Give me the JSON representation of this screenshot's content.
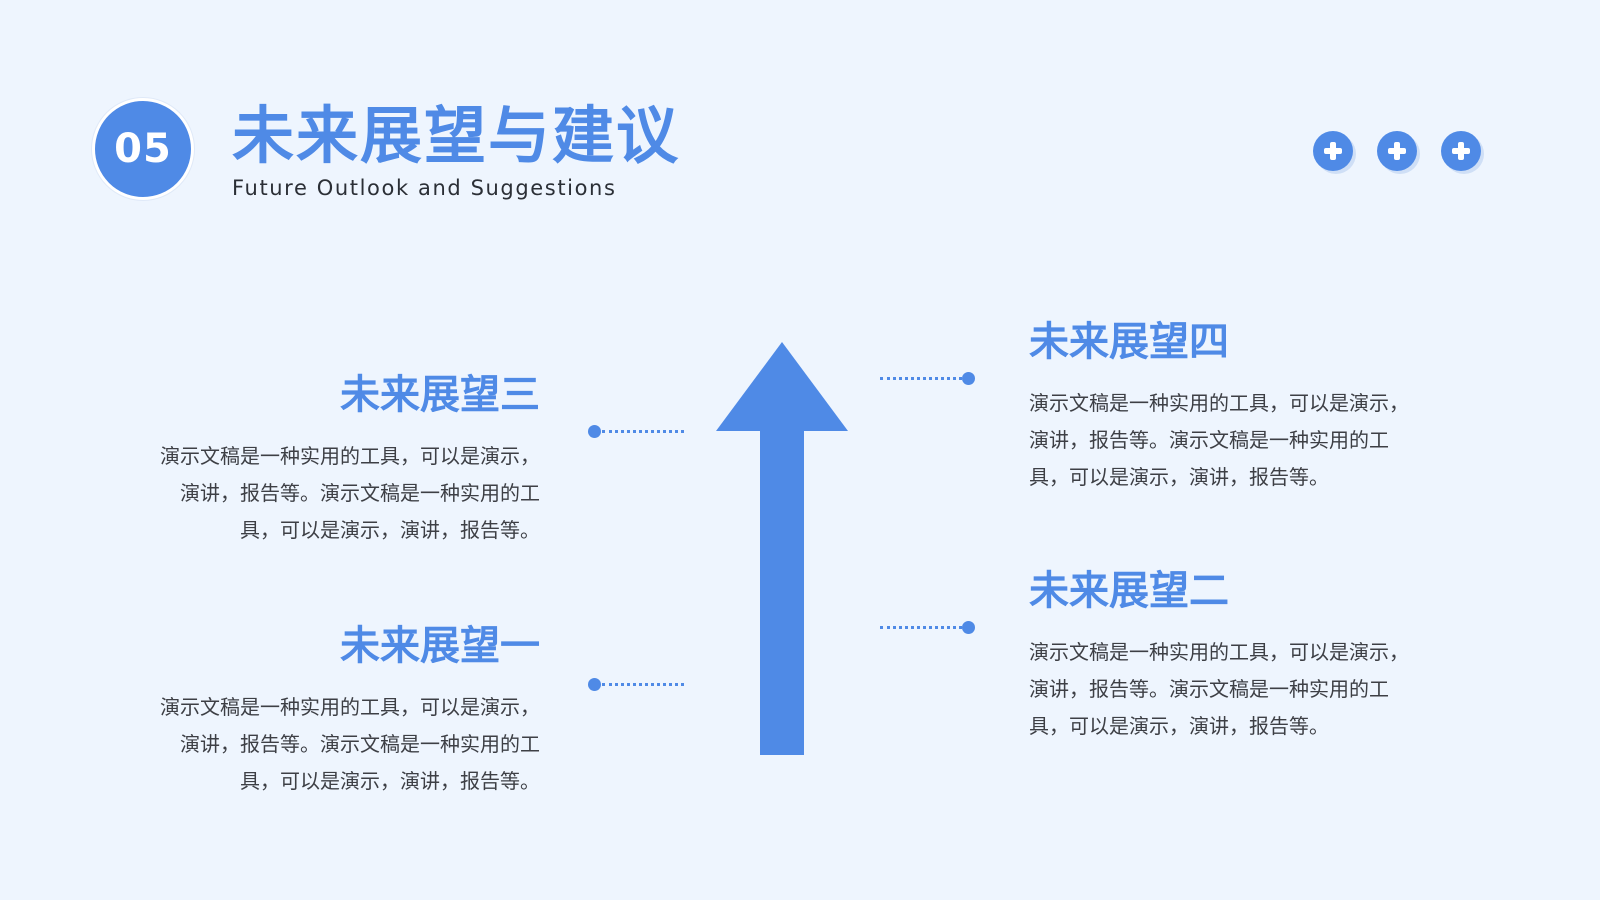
{
  "header": {
    "badge_number": "05",
    "title": "未来展望与建议",
    "subtitle": "Future Outlook and Suggestions"
  },
  "decor_icons": [
    "plus-icon",
    "plus-icon",
    "plus-icon"
  ],
  "colors": {
    "accent": "#4f8ae6",
    "background": "#eef5fe",
    "text": "#3d3f45"
  },
  "items": {
    "three": {
      "heading": "未来展望三",
      "lines": [
        "演示文稿是一种实用的工具，可以是演示，",
        "演讲，报告等。演示文稿是一种实用的工",
        "具，可以是演示，演讲，报告等。"
      ]
    },
    "one": {
      "heading": "未来展望一",
      "lines": [
        "演示文稿是一种实用的工具，可以是演示，",
        "演讲，报告等。演示文稿是一种实用的工",
        "具，可以是演示，演讲，报告等。"
      ]
    },
    "four": {
      "heading": "未来展望四",
      "lines": [
        "演示文稿是一种实用的工具，可以是演示，",
        "演讲，报告等。演示文稿是一种实用的工",
        "具，可以是演示，演讲，报告等。"
      ]
    },
    "two": {
      "heading": "未来展望二",
      "lines": [
        "演示文稿是一种实用的工具，可以是演示，",
        "演讲，报告等。演示文稿是一种实用的工",
        "具，可以是演示，演讲，报告等。"
      ]
    }
  }
}
